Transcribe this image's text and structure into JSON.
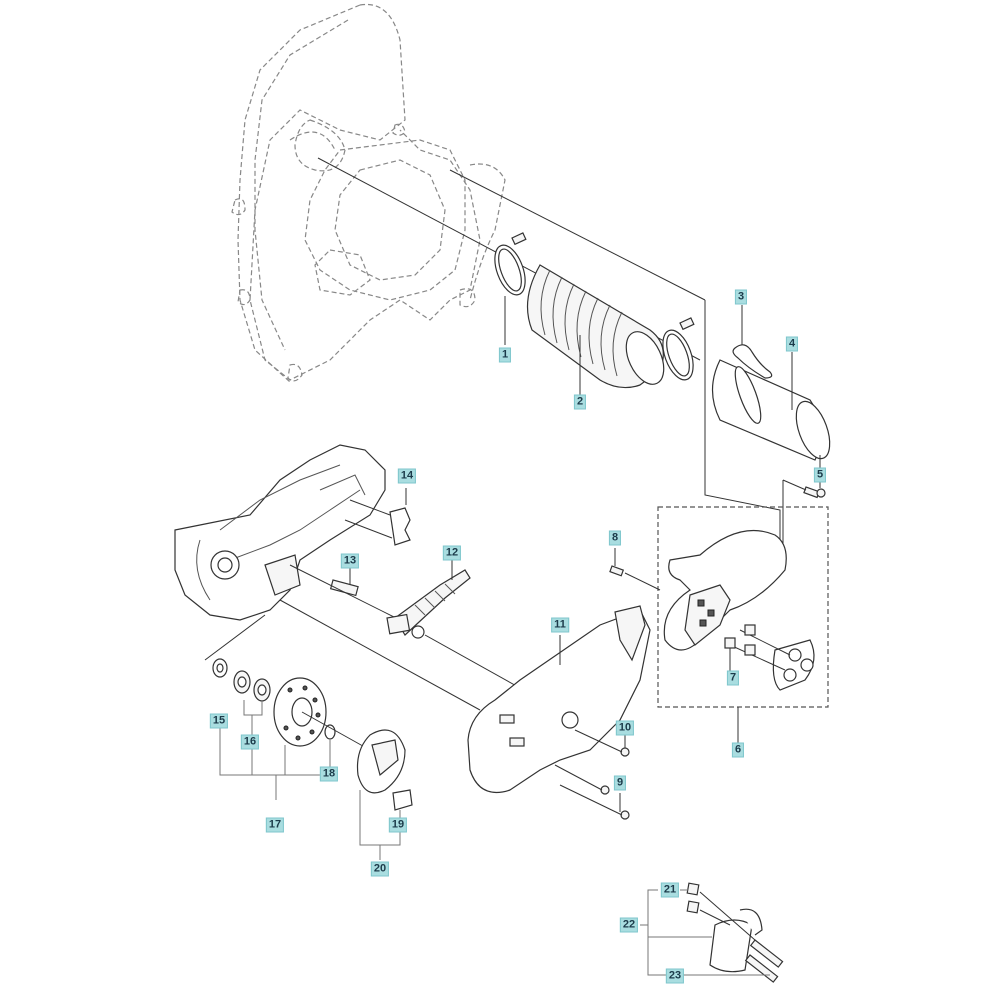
{
  "diagram": {
    "type": "exploded-parts-diagram",
    "label_color": "#a9dde0",
    "label_text_color": "#1c3b4a",
    "callouts": [
      {
        "id": "1",
        "text": "1"
      },
      {
        "id": "2",
        "text": "2"
      },
      {
        "id": "3",
        "text": "3"
      },
      {
        "id": "4",
        "text": "4"
      },
      {
        "id": "5",
        "text": "5"
      },
      {
        "id": "6",
        "text": "6"
      },
      {
        "id": "7",
        "text": "7"
      },
      {
        "id": "8",
        "text": "8"
      },
      {
        "id": "9",
        "text": "9"
      },
      {
        "id": "10",
        "text": "10"
      },
      {
        "id": "11",
        "text": "11"
      },
      {
        "id": "12",
        "text": "12"
      },
      {
        "id": "13",
        "text": "13"
      },
      {
        "id": "14",
        "text": "14"
      },
      {
        "id": "15",
        "text": "15"
      },
      {
        "id": "16",
        "text": "16"
      },
      {
        "id": "17",
        "text": "17"
      },
      {
        "id": "18",
        "text": "18"
      },
      {
        "id": "19",
        "text": "19"
      },
      {
        "id": "20",
        "text": "20"
      },
      {
        "id": "21",
        "text": "21"
      },
      {
        "id": "22",
        "text": "22"
      },
      {
        "id": "23",
        "text": "23"
      }
    ]
  }
}
